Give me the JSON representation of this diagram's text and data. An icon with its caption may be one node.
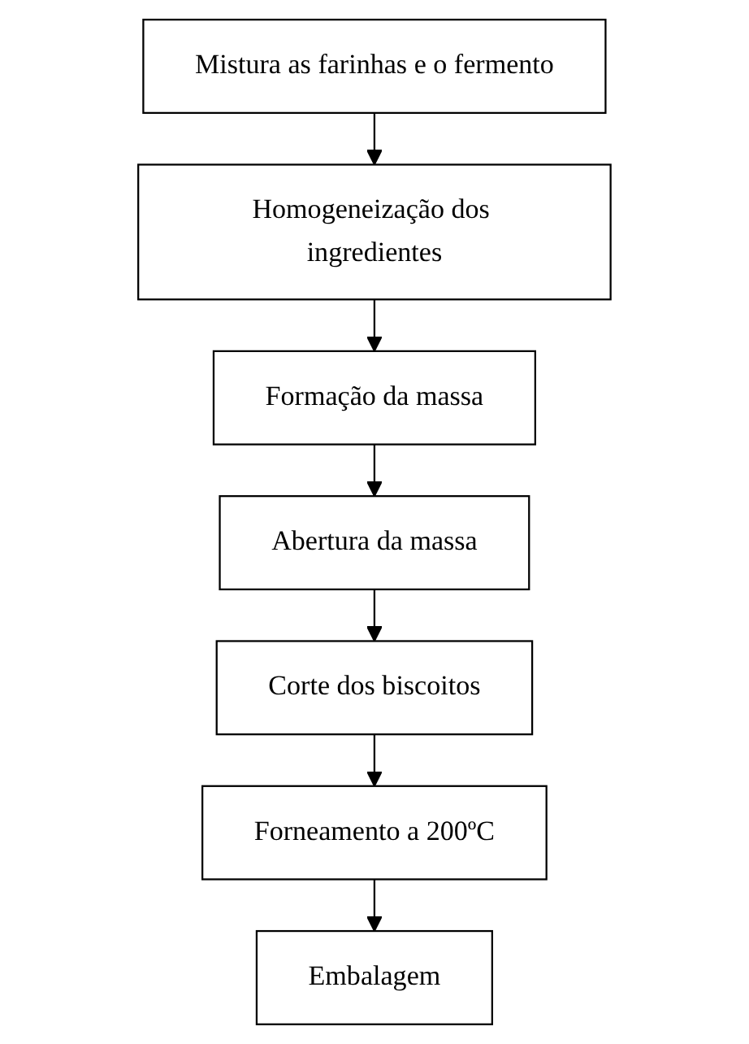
{
  "diagram": {
    "nodes": [
      {
        "text": [
          "Mistura as farinhas e o fermento"
        ]
      },
      {
        "text": [
          "Homogeneização dos ingredientes"
        ]
      },
      {
        "text": [
          "Formação da massa"
        ]
      },
      {
        "text": [
          "Abertura da massa"
        ]
      },
      {
        "text": [
          "Corte dos biscoitos"
        ]
      },
      {
        "text": [
          "Forneamento a 200ºC"
        ]
      },
      {
        "text": [
          "Embalagem"
        ]
      }
    ],
    "edges": [
      {
        "from": 0,
        "to": 1,
        "arrow": "to"
      },
      {
        "from": 1,
        "to": 2,
        "arrow": "to"
      },
      {
        "from": 2,
        "to": 3,
        "arrow": "to"
      },
      {
        "from": 3,
        "to": 4,
        "arrow": "to"
      },
      {
        "from": 4,
        "to": 5,
        "arrow": "to"
      },
      {
        "from": 5,
        "to": 6,
        "arrow": "to"
      }
    ]
  }
}
